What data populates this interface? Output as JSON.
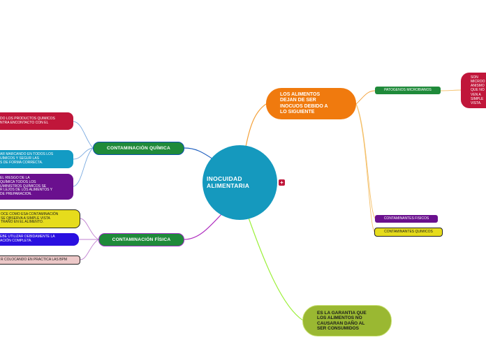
{
  "center": {
    "label": "INOCUIDAD\nALIMENTARIA"
  },
  "badge": {
    "label": "+"
  },
  "right": {
    "main_label": "LOS ALIMENTOS\nDEJAN  DE SER\nINOCUOS DEBIDO A\nLO SIGUIENTE",
    "patogenos_label": "PATOGENOS MICROBIANOS",
    "micro_text": "SON\nMICROO\nANISMO\nQUE NO\nVEN A\nSIMPLE\nVISTA.",
    "fisicos_label": "CONTAMINANTES FISICOS",
    "quimicos_label": "CONTAMINANTES QUIMICOS"
  },
  "bottom": {
    "garantia_label": "ES LA GARANTIA QUE\nLOS ALIMENTOS NO\nCAUSARAN DAÑO AL\nSER CONSUMIDOS"
  },
  "quimica": {
    "label": "CONTAMINACIÓN QUÍMICA",
    "children": [
      "DO LOS PRODUCTOS QUIMICOS\nNTRA ENCONTACTO CON EL",
      "AR MARCANDO EN TODOS LOS\nUÍMICOS Y SEGUR LAS\nS DE FORMA CORRECTA.",
      "EL RIESGO DE LA\nQUÍMICA TODOS LOS\nUMINISTROS QUÍMICOS  SE\nR  LEJOS DE LOS ALIMENTOS Y\nDE PREPARACION."
    ]
  },
  "fisica": {
    "label": "CONTAMINACIÓN FÍSICA",
    "children": [
      "OCE COMO ESA CONTAMINACIÓN\nSE OBSERVA A SIMPLE VISTA\nTRAÑO EN EL ALIMENTO.",
      "EBE UTILIZAR DEBIDAMENTE LA\nACIÓN COMPLETA.",
      "R COLOCANDO EN PRACTICA LAS BPM"
    ]
  },
  "colors": {
    "center": "#1599be",
    "orange": "#f07a0e",
    "olive": "#9ab832",
    "green": "#1f8a3a",
    "red": "#c0163a",
    "teal": "#139bc4",
    "purple": "#6a108e",
    "yellow": "#e6dc1c",
    "blue": "#2a10e0",
    "pink": "#ecc8c8"
  }
}
